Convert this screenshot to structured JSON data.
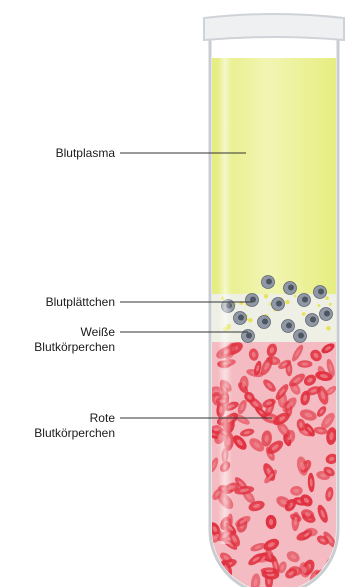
{
  "diagram": {
    "labels": {
      "plasma": "Blutplasma",
      "platelets": "Blutplättchen",
      "white_cells_line1": "Weiße",
      "white_cells_line2": "Blutkörperchen",
      "red_cells_line1": "Rote",
      "red_cells_line2": "Blutkörperchen"
    },
    "colors": {
      "plasma": "#e4ec7a",
      "plasma_light": "#f2f5b3",
      "buffy_coat": "#eef0e6",
      "red_layer": "#f4bcc2",
      "red_cell": "#e0303f",
      "red_cell_light": "#f08a94",
      "white_cell": "#8f98a4",
      "platelet": "#e8e25a",
      "glass": "#e9ecef",
      "leader_line": "#333333"
    }
  }
}
